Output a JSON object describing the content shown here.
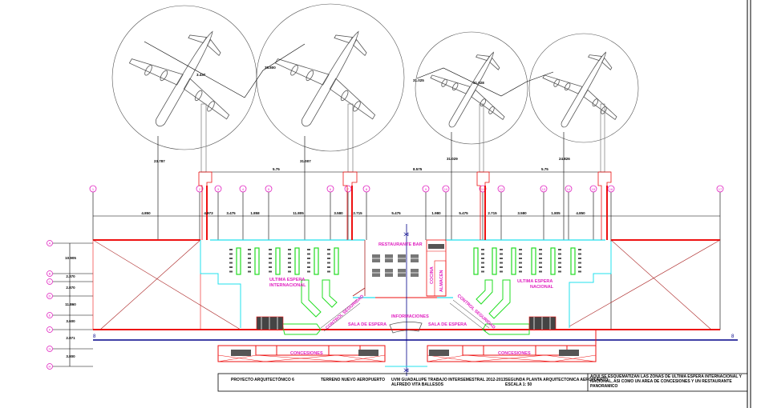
{
  "drawing": {
    "type": "architectural floor plan",
    "title_block": {
      "project": "PROYECTO ARQUITECTÓNICO 6",
      "site": "TERRENO NUEVO AEROPUERTO",
      "school_line1": "UVM GUADALUPE TRABAJO INTERSEMESTRAL 2012-2013",
      "school_line2": "ALFREDO VITA BALLESOS",
      "sheet_line1": "SEGUNDA PLANTA ARQUITECTONICA AEROPUERTO",
      "sheet_line2": "ESCALA 1: 50",
      "description": "AQUI SE ESQUEMATIZAN LAS ZONAS DE ULTIMA ESPERA INTERNACIONAL Y NACIONAL, ASI COMO UN AREA DE CONCESIONES Y UN RESTAURANTE PANORAMICO"
    },
    "rooms": {
      "restaurant": "RESTAURANTE BAR",
      "wait_international_1": "ULTIMA ESPERA",
      "wait_international_2": "INTERNACIONAL",
      "wait_national_1": "ULTIMA ESPERA",
      "wait_national_2": "NACIONAL",
      "control_left": "CONTROL SEGURIDAD",
      "control_right": "CONTROL SEGURIDAD",
      "waiting_left": "SALA DE ESPERA",
      "waiting_right": "SALA DE ESPERA",
      "info": "INFORMACIONES",
      "concessions_left": "CONCESIONES",
      "concessions_right": "CONCESIONES",
      "kitchen": "COCINA",
      "storage": "ALMACEN"
    },
    "top_dimensions": [
      "5.75",
      "8.575",
      "5.75"
    ],
    "row_dimensions": [
      "4.850",
      "4.973",
      "3.475",
      "1.858",
      "11.805",
      "3.580",
      "2.715",
      "5.475",
      "1.980",
      "5.475",
      "2.715",
      "3.580",
      "1.805",
      "4.850"
    ],
    "left_dimensions": [
      "10.905",
      "2.370",
      "2.870",
      "11.860",
      "3.600",
      "2.871",
      "3.800"
    ],
    "plane_dimensions": [
      "23.787",
      "3.437",
      "31.007",
      "31.029",
      "35.800",
      "31.025",
      "24.826",
      "31.028"
    ],
    "grid_axes_numbers": [
      "1",
      "2",
      "3",
      "4",
      "5",
      "6",
      "7",
      "8",
      "9",
      "10",
      "11",
      "12",
      "13",
      "14",
      "15",
      "16",
      "17",
      "18",
      "19",
      "20",
      "21",
      "22",
      "23",
      "24",
      "25"
    ],
    "grid_axes_letters": [
      "A",
      "B",
      "C",
      "D",
      "E",
      "F",
      "G",
      "H"
    ],
    "colors": {
      "wall": "#ee1111",
      "glass": "#22e0ee",
      "seating": "#22dd22",
      "axis_line": "#000088",
      "label": "#e020c0",
      "plane": "#555555"
    }
  }
}
